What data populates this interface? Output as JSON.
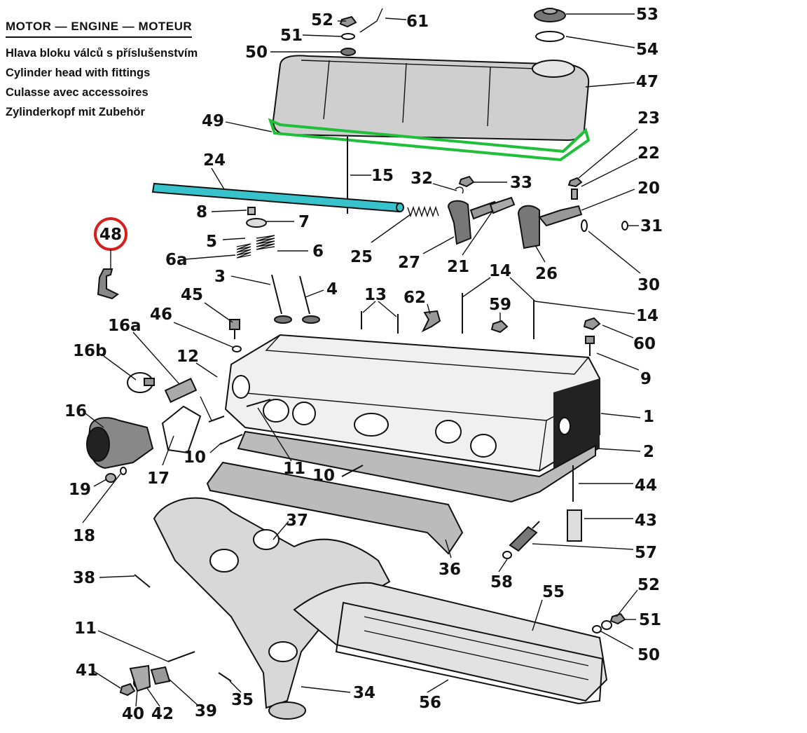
{
  "header": {
    "title": "MOTOR — ENGINE — MOTEUR",
    "subtitle_cz": "Hlava bloku válců s příslušenstvím",
    "subtitle_en": "Cylinder head with fittings",
    "subtitle_fr": "Culasse avec accessoires",
    "subtitle_de": "Zylinderkopf mit Zubehör"
  },
  "highlighted_part": "48",
  "colors": {
    "highlight_ring": "#d62020",
    "gasket_green": "#1fbf3a",
    "shaft_cyan": "#38c2cc",
    "cover_gray": "#cfcfcf",
    "ink": "#111111"
  },
  "labels": [
    {
      "id": "52",
      "text": "52"
    },
    {
      "id": "61",
      "text": "61"
    },
    {
      "id": "53",
      "text": "53"
    },
    {
      "id": "51",
      "text": "51"
    },
    {
      "id": "54",
      "text": "54"
    },
    {
      "id": "50",
      "text": "50"
    },
    {
      "id": "47",
      "text": "47"
    },
    {
      "id": "49",
      "text": "49"
    },
    {
      "id": "23",
      "text": "23"
    },
    {
      "id": "22",
      "text": "22"
    },
    {
      "id": "24",
      "text": "24"
    },
    {
      "id": "15",
      "text": "15"
    },
    {
      "id": "32",
      "text": "32"
    },
    {
      "id": "33",
      "text": "33"
    },
    {
      "id": "20",
      "text": "20"
    },
    {
      "id": "8",
      "text": "8"
    },
    {
      "id": "7",
      "text": "7"
    },
    {
      "id": "31",
      "text": "31"
    },
    {
      "id": "48",
      "text": "48"
    },
    {
      "id": "5",
      "text": "5"
    },
    {
      "id": "6",
      "text": "6"
    },
    {
      "id": "6a",
      "text": "6a"
    },
    {
      "id": "25",
      "text": "25"
    },
    {
      "id": "27",
      "text": "27"
    },
    {
      "id": "21",
      "text": "21"
    },
    {
      "id": "26",
      "text": "26"
    },
    {
      "id": "30",
      "text": "30"
    },
    {
      "id": "3",
      "text": "3"
    },
    {
      "id": "4",
      "text": "4"
    },
    {
      "id": "14a",
      "text": "14"
    },
    {
      "id": "14b",
      "text": "14"
    },
    {
      "id": "45",
      "text": "45"
    },
    {
      "id": "13",
      "text": "13"
    },
    {
      "id": "62",
      "text": "62"
    },
    {
      "id": "59",
      "text": "59"
    },
    {
      "id": "46",
      "text": "46"
    },
    {
      "id": "16a",
      "text": "16a"
    },
    {
      "id": "60",
      "text": "60"
    },
    {
      "id": "16b",
      "text": "16b"
    },
    {
      "id": "12",
      "text": "12"
    },
    {
      "id": "9",
      "text": "9"
    },
    {
      "id": "16",
      "text": "16"
    },
    {
      "id": "1",
      "text": "1"
    },
    {
      "id": "2",
      "text": "2"
    },
    {
      "id": "10a",
      "text": "10"
    },
    {
      "id": "11a",
      "text": "11"
    },
    {
      "id": "10b",
      "text": "10"
    },
    {
      "id": "17",
      "text": "17"
    },
    {
      "id": "19",
      "text": "19"
    },
    {
      "id": "44",
      "text": "44"
    },
    {
      "id": "18",
      "text": "18"
    },
    {
      "id": "37",
      "text": "37"
    },
    {
      "id": "43",
      "text": "43"
    },
    {
      "id": "57",
      "text": "57"
    },
    {
      "id": "36",
      "text": "36"
    },
    {
      "id": "38",
      "text": "38"
    },
    {
      "id": "58",
      "text": "58"
    },
    {
      "id": "55",
      "text": "55"
    },
    {
      "id": "52b",
      "text": "52"
    },
    {
      "id": "51b",
      "text": "51"
    },
    {
      "id": "11b",
      "text": "11"
    },
    {
      "id": "50b",
      "text": "50"
    },
    {
      "id": "41",
      "text": "41"
    },
    {
      "id": "34",
      "text": "34"
    },
    {
      "id": "35",
      "text": "35"
    },
    {
      "id": "56",
      "text": "56"
    },
    {
      "id": "40",
      "text": "40"
    },
    {
      "id": "42",
      "text": "42"
    },
    {
      "id": "39",
      "text": "39"
    }
  ]
}
